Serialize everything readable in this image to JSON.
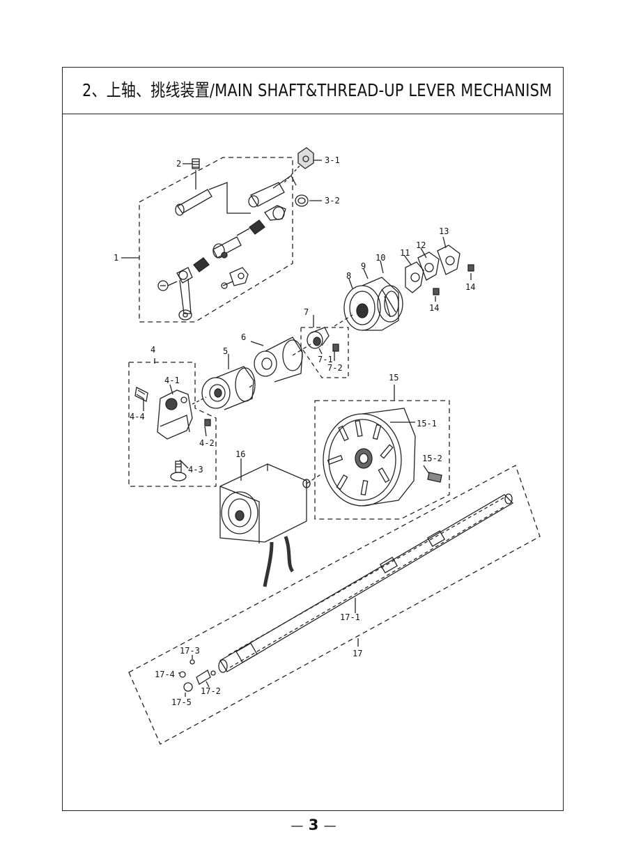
{
  "title": "2、上轴、挑线装置/MAIN SHAFT&THREAD-UP LEVER MECHANISM",
  "page_number": "3",
  "page_dash": "—",
  "parts": {
    "p2": "2",
    "p3_1": "3-1",
    "p3_2": "3-2",
    "p1": "1",
    "p13": "13",
    "p12": "12",
    "p11": "11",
    "p10": "10",
    "p9": "9",
    "p8": "8",
    "p14a": "14",
    "p14b": "14",
    "p7": "7",
    "p7_1": "7-1",
    "p7_2": "7-2",
    "p6": "6",
    "p5": "5",
    "p4": "4",
    "p4_1": "4-1",
    "p4_4": "4-4",
    "p4_2": "4-2",
    "p4_3": "4-3",
    "p15": "15",
    "p15_1": "15-1",
    "p15_2": "15-2",
    "p16": "16",
    "p17_1": "17-1",
    "p17": "17",
    "p17_3": "17-3",
    "p17_4": "17-4",
    "p17_2": "17-2",
    "p17_5": "17-5"
  }
}
